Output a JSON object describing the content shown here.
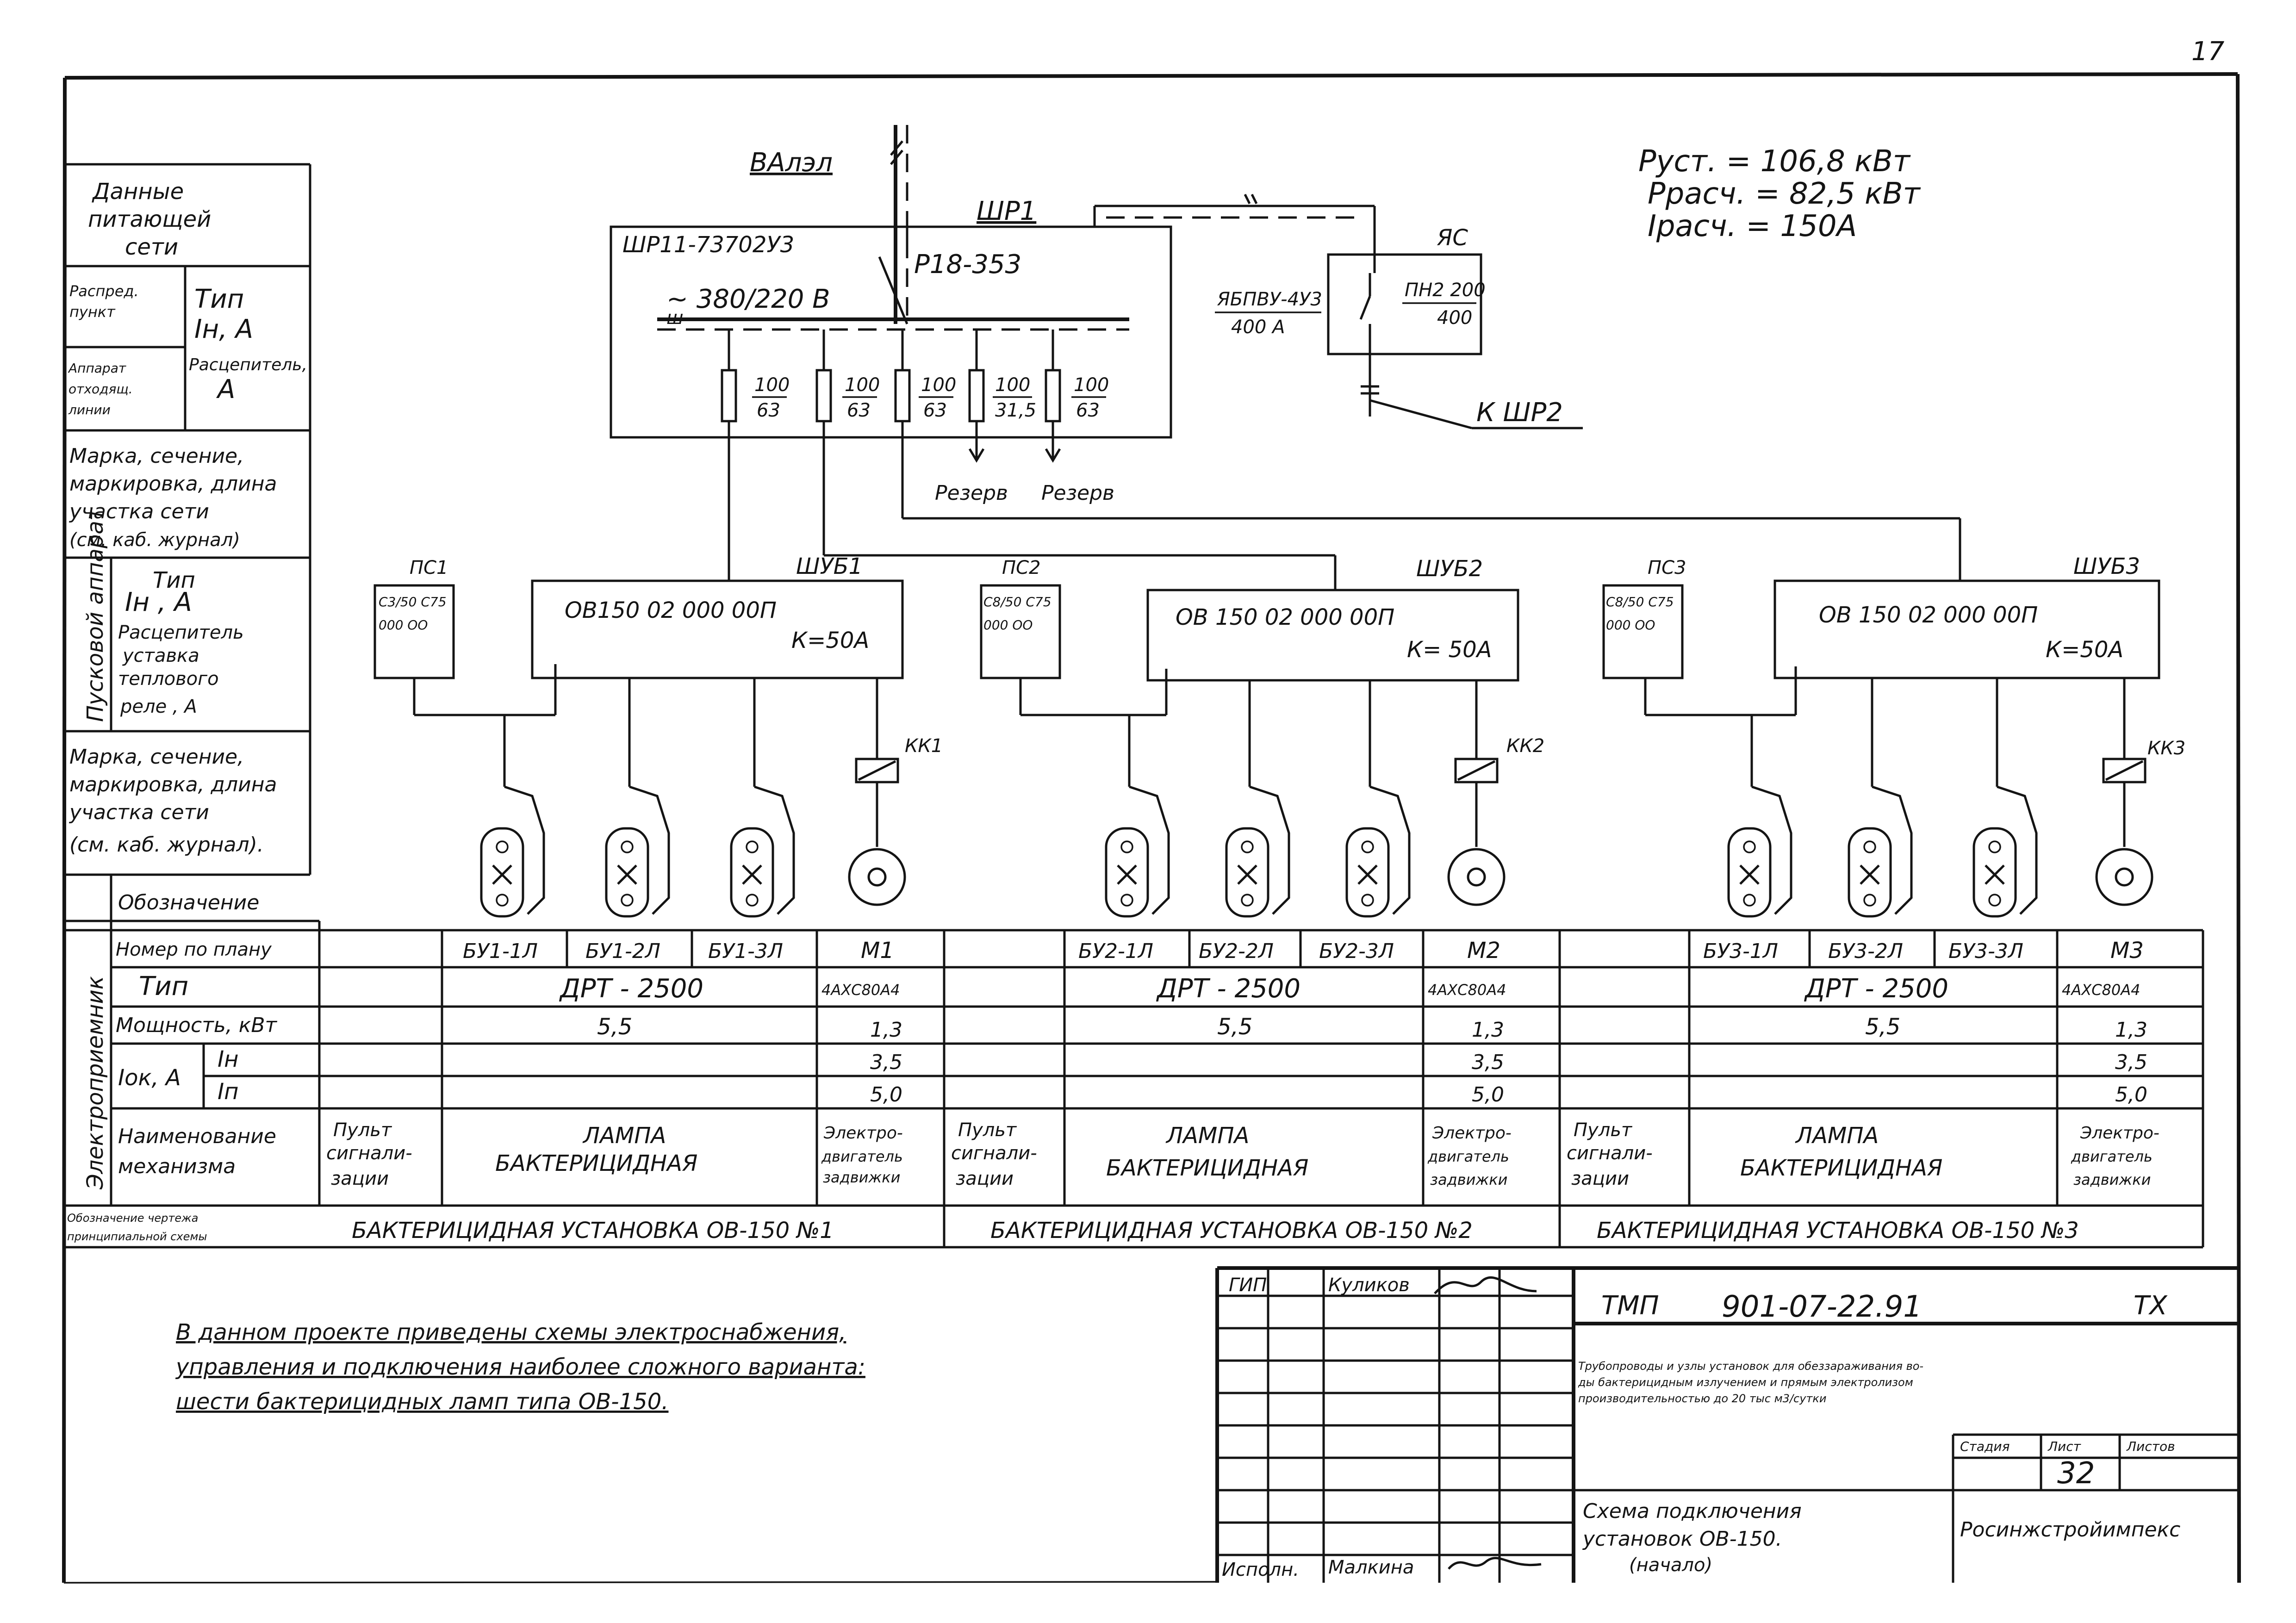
{
  "network": {
    "cable_top": "ВАлэл",
    "board_tag": "ШР1",
    "board_type": "ШР11-73702У3",
    "voltage": "~ 380/220 В",
    "switch": "Р18-353",
    "box_cable": "ЯБПВУ-4У3",
    "box_current": "400 А",
    "box_tag": "ЯС",
    "fuse_top": "ПН2 200",
    "fuse_bottom": "400",
    "to_board": "К ШР2",
    "breakers": [
      {
        "top": "100",
        "bottom": "63"
      },
      {
        "top": "100",
        "bottom": "63"
      },
      {
        "top": "100",
        "bottom": "63"
      },
      {
        "top": "100",
        "bottom": "31,5"
      },
      {
        "top": "100",
        "bottom": "63"
      }
    ],
    "reserve_1": "Резерв",
    "reserve_2": "Резерв"
  },
  "power": {
    "p_inst": "Руст. = 106,8 кВт",
    "p_calc": "Ррасч. = 82,5 кВт",
    "i_calc": "Iрасч. = 150А"
  },
  "units": [
    {
      "panel_tag": "ПС1",
      "panel_l1": "С3/50 С75",
      "panel_l2": "000 ОО",
      "cab_tag": "ШУБ1",
      "cab_type": "ОВ150   02  000  00П",
      "cab_k": "К=50А",
      "relay_tag": "КК1",
      "nums": [
        "БУ1-1Л",
        "БУ1-2Л",
        "БУ1-3Л"
      ],
      "motor": "М1",
      "caption": "БАКТЕРИЦИДНАЯ  УСТАНОВКА ОВ-150   №1"
    },
    {
      "panel_tag": "ПС2",
      "panel_l1": "С8/50 С75",
      "panel_l2": "000 ОО",
      "cab_tag": "ШУБ2",
      "cab_type": "ОВ 150  02  000  00П",
      "cab_k": "К= 50А",
      "relay_tag": "КК2",
      "nums": [
        "БУ2-1Л",
        "БУ2-2Л",
        "БУ2-3Л"
      ],
      "motor": "М2",
      "caption": "БАКТЕРИЦИДНАЯ  УСТАНОВКА ОВ-150   №2"
    },
    {
      "panel_tag": "ПС3",
      "panel_l1": "С8/50 С75",
      "panel_l2": "000 ОО",
      "cab_tag": "ШУБ3",
      "cab_type": "ОВ 150  02  000  00П",
      "cab_k": "К=50А",
      "relay_tag": "КК3",
      "nums": [
        "БУ3-1Л",
        "БУ3-2Л",
        "БУ3-3Л"
      ],
      "motor": "М3",
      "caption": "БАКТЕРИЦИДНАЯ  УСТАНОВКА  ОВ-150   №3"
    }
  ],
  "table": {
    "lamp_type": "ДРТ - 2500",
    "motor_type": "4АХС80А4",
    "lamp_power": "5,5",
    "motor_power": "1,3",
    "motor_in": "3,5",
    "motor_ip": "5,0",
    "name_panel": [
      "Пульт",
      "сигнали-",
      "зации"
    ],
    "name_lamp": [
      "ЛАМПА",
      "БАКТЕРИЦИДНАЯ"
    ],
    "name_motor": [
      "Электро-",
      "двигатель",
      "задвижки"
    ]
  },
  "left_labels": {
    "supply": [
      "Данные",
      "питающей",
      "сети"
    ],
    "dist_point": [
      "Распред.",
      "пункт"
    ],
    "type_in": [
      "Тип",
      "Iн, А"
    ],
    "outgoing": [
      "Аппарат",
      "отходящ.",
      "линии"
    ],
    "release": [
      "Расцепитель,",
      "А"
    ],
    "cable1": [
      "Марка, сечение,",
      "маркировка, длина",
      "участка сети",
      "(см. каб. журнал)"
    ],
    "starter": "Пусковой аппарат",
    "starter_data": [
      "Тип",
      "Iн , А",
      "Расцепитель",
      "уставка",
      "теплового",
      "реле , А"
    ],
    "cable2": [
      "Марка, сечение,",
      "маркировка, длина",
      "участка сети",
      "(см. каб. журнал)."
    ],
    "receiver": "Электроприемник",
    "rows": {
      "designation": "Обозначение",
      "plan_number": "Номер по плану",
      "type": "Тип",
      "power": "Мощность, кВт",
      "current": "Iок, А",
      "in": "Iн",
      "ip": "Iп",
      "mechanism": [
        "Наименование",
        "механизма"
      ],
      "drawing": [
        "Обозначение чертежа",
        "принципиальной схемы"
      ]
    }
  },
  "note": [
    "В данном проекте приведены схемы электроснабжения,",
    "управления и подключения наиболее сложного варианта:",
    "шести бактерицидных ламп типа ОВ-150."
  ],
  "title_block": {
    "gip_label": "ГИП",
    "gip_name": "Куликов",
    "exec_label": "Исполн.",
    "exec_name": "Малкина",
    "code": "ТМП",
    "number": "901-07-22.91",
    "tag": "ТХ",
    "desc": [
      "Трубопроводы и узлы установок для обеззараживания во-",
      "ды бактерицидным излучением и прямым электролизом",
      "производительностью до 20 тыс м3/сутки"
    ],
    "stage_label": "Стадия",
    "sheet_label": "Лист",
    "sheets_label": "Листов",
    "sheet_no": "32",
    "sheet_title": [
      "Схема подключения",
      "установок  ОВ-150.",
      "(начало)"
    ],
    "org": "Росинжстройимпекс"
  },
  "corner_mark": "17"
}
